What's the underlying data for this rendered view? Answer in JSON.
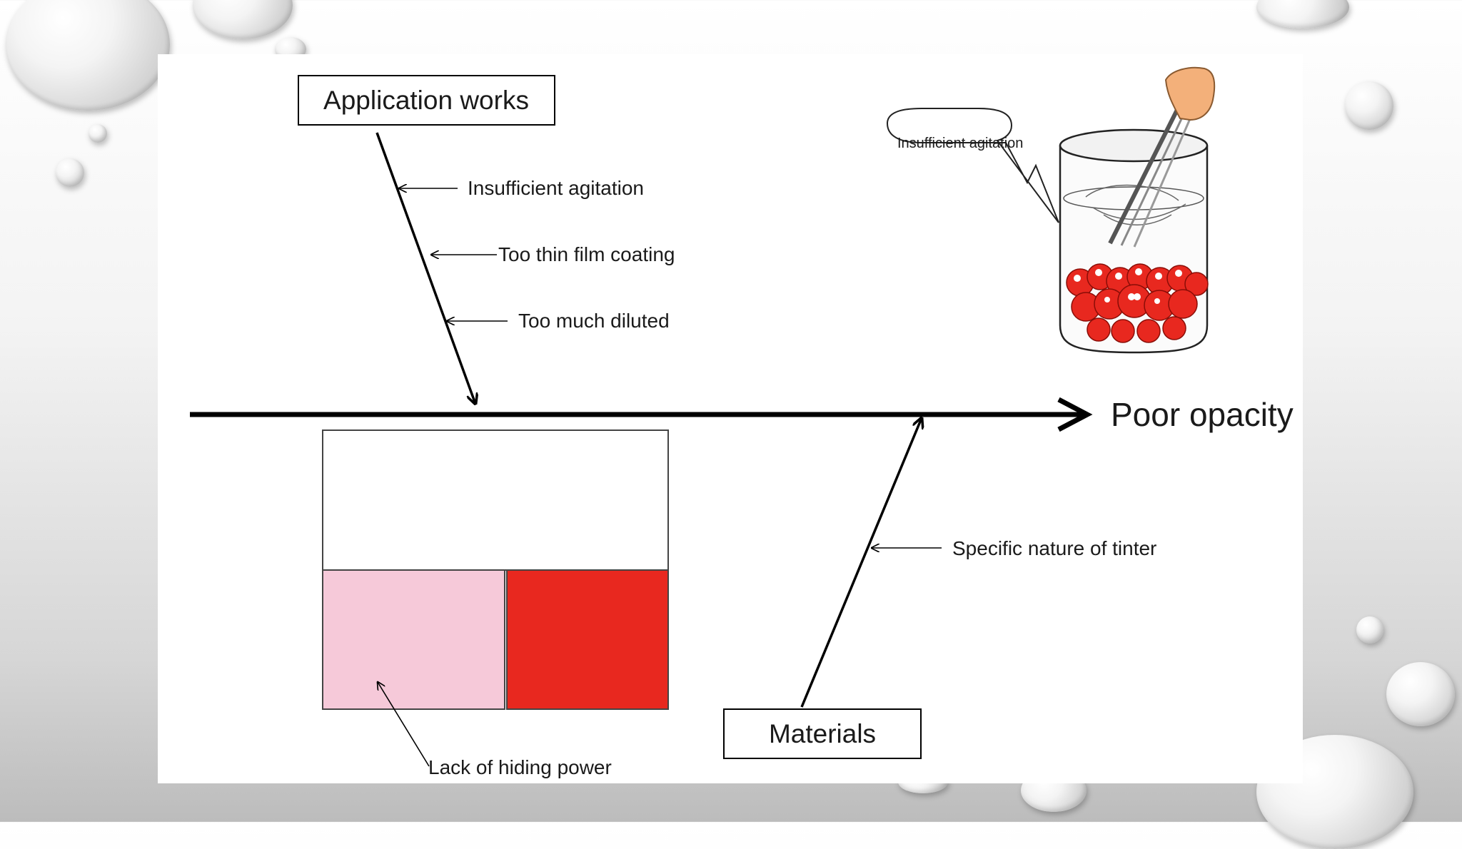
{
  "diagram": {
    "effect": "Poor opacity",
    "categories": {
      "top": "Application works",
      "bottom": "Materials"
    },
    "causes_top": [
      "Insufficient agitation",
      "Too thin film coating",
      "Too much diluted"
    ],
    "causes_bottom": [
      "Specific nature of tinter"
    ],
    "illustration": {
      "bubble_text": "Insufficient agitation"
    },
    "swatch_label": "Lack of hiding power"
  },
  "colors": {
    "tinter_red": "#e8281f",
    "pale_pink": "#f6c9d9",
    "line": "#000000"
  }
}
